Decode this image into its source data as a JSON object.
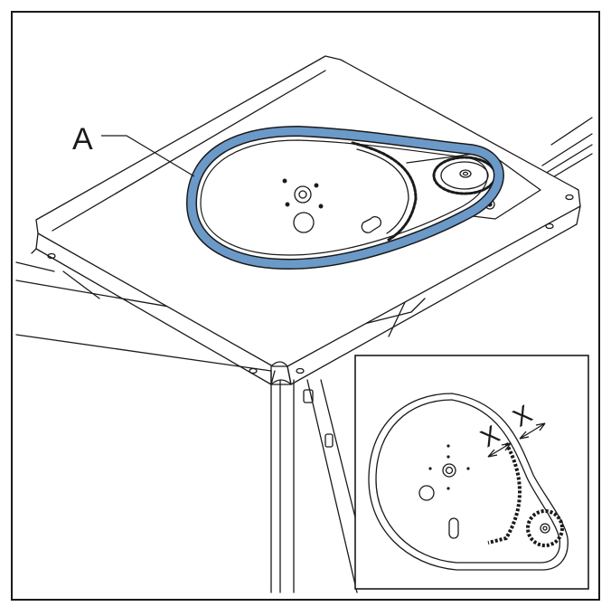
{
  "callouts": {
    "belt_label": "A",
    "gap_label_1": "X",
    "gap_label_2": "X"
  },
  "colors": {
    "belt": "#6b9ac9",
    "line": "#1a1a1a",
    "background": "#ffffff"
  },
  "icons": {
    "frame": "outer-border",
    "inset": "detail-inset-frame"
  }
}
